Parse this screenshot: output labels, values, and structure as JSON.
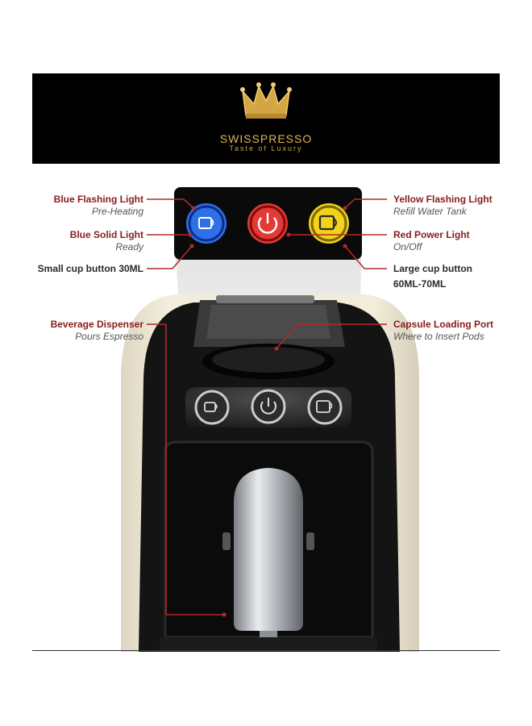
{
  "brand": {
    "name": "SWISSPRESSO",
    "tagline": "Taste of Luxury"
  },
  "labels": {
    "blue_flashing": {
      "title": "Blue Flashing Light",
      "sub": "Pre-Heating"
    },
    "blue_solid": {
      "title": "Blue Solid Light",
      "sub": "Ready"
    },
    "small_cup": {
      "title": "Small cup button 30ML"
    },
    "yellow_flashing": {
      "title": "Yellow Flashing Light",
      "sub": "Refill Water Tank"
    },
    "red_power": {
      "title": "Red Power Light",
      "sub": "On/Off"
    },
    "large_cup": {
      "title": "Large cup button",
      "sub": "60ML-70ML"
    },
    "beverage": {
      "title": "Beverage Dispenser",
      "sub": "Pours Espresso"
    },
    "capsule": {
      "title": "Capsule Loading Port",
      "sub": "Where to Insert Pods"
    }
  },
  "colors": {
    "label_red": "#8b1c1c",
    "blue_light": "#2f6fe8",
    "red_light": "#e53935",
    "yellow_light": "#f2d21b",
    "gold": "#e0b65a"
  },
  "icons": [
    "crown-logo",
    "cup-small-icon",
    "power-icon",
    "cup-large-icon"
  ]
}
